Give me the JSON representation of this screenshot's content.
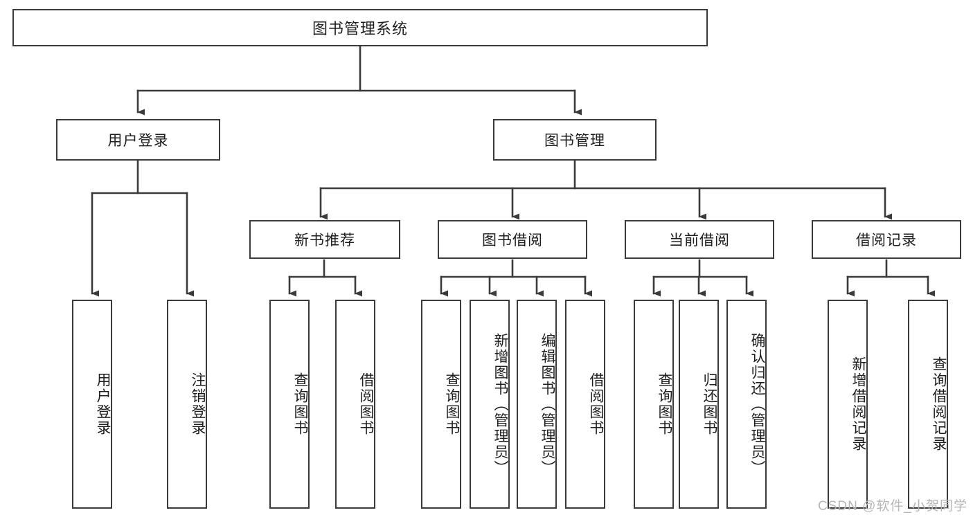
{
  "diagram": {
    "type": "tree-hierarchy-diagram",
    "title": "图书管理系统",
    "orientation": "top-down",
    "colors": {
      "stroke": "#3a3a3a",
      "fill": "#ffffff",
      "text": "#1d1d1d",
      "watermark": "#b6b6b6"
    },
    "levels": {
      "root_label": "图书管理系统",
      "level2": [
        {
          "label": "用户登录"
        },
        {
          "label": "图书管理"
        }
      ],
      "level3": [
        {
          "label": "新书推荐"
        },
        {
          "label": "图书借阅"
        },
        {
          "label": "当前借阅"
        },
        {
          "label": "借阅记录"
        }
      ],
      "leaves": [
        {
          "label": "用户登录",
          "parent": "用户登录"
        },
        {
          "label": "注销登录",
          "parent": "用户登录"
        },
        {
          "label": "查询图书",
          "parent": "新书推荐"
        },
        {
          "label": "借阅图书",
          "parent": "新书推荐"
        },
        {
          "label": "查询图书",
          "parent": "图书借阅"
        },
        {
          "label": "新增图书（管理员）",
          "parent": "图书借阅"
        },
        {
          "label": "编辑图书（管理员）",
          "parent": "图书借阅"
        },
        {
          "label": "借阅图书",
          "parent": "图书借阅"
        },
        {
          "label": "查询图书",
          "parent": "当前借阅"
        },
        {
          "label": "归还图书",
          "parent": "当前借阅"
        },
        {
          "label": "确认归还（管理员）",
          "parent": "当前借阅"
        },
        {
          "label": "新增借阅记录",
          "parent": "借阅记录"
        },
        {
          "label": "查询借阅记录",
          "parent": "借阅记录"
        }
      ]
    }
  },
  "watermark": {
    "text": "CSDN @软件_小贺同学"
  }
}
